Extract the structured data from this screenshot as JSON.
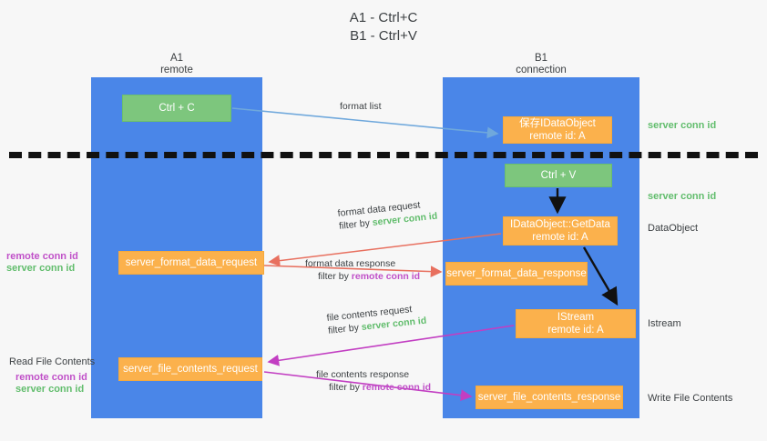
{
  "title": "A1 - Ctrl+C\nB1 - Ctrl+V",
  "colors": {
    "lane": "#4a86e8",
    "green_box": "#7dc67d",
    "orange_box": "#fbb14c",
    "server_conn_id": "#62bd6d",
    "remote_conn_id": "#c050c8",
    "arrow_blue": "#6fa8dc",
    "arrow_red": "#e8705f",
    "arrow_magenta": "#c council",
    "arrow_black": "#111111",
    "background": "#f7f7f7"
  },
  "lanes": [
    {
      "id": "a1",
      "title": "A1\nremote"
    },
    {
      "id": "b1",
      "title": "B1\nconnection"
    }
  ],
  "boxes": {
    "ctrl_c": "Ctrl + C",
    "save_idataobject": "保存IDataObject\nremote id: A",
    "ctrl_v": "Ctrl + V",
    "getdata": "IDataObject::GetData\nremote id: A",
    "server_format_data_request": "server_format_data_request",
    "server_format_data_response": "server_format_data_response",
    "istream": "IStream\nremote id: A",
    "server_file_contents_request": "server_file_contents_request",
    "server_file_contents_response": "server_file_contents_response"
  },
  "edge_labels": {
    "format_list": "format list",
    "format_data_request": "format data request",
    "format_data_request_filter_prefix": "filter by ",
    "format_data_request_filter_value": "server conn id",
    "format_data_response": "format data response",
    "format_data_response_filter_prefix": "filter by ",
    "format_data_response_filter_value": "remote conn id",
    "file_contents_request": "file contents request",
    "file_contents_request_filter_prefix": "filter by ",
    "file_contents_request_filter_value": "server conn id",
    "file_contents_response": "file contents response",
    "file_contents_response_filter_prefix": "filter by ",
    "file_contents_response_filter_value": "remote conn id"
  },
  "side_notes": {
    "server_conn_id_top": "server conn id",
    "server_conn_id_mid": "server conn id",
    "dataobject": "DataObject",
    "istream": "Istream",
    "write_file_contents": "Write File Contents",
    "read_file_contents": "Read File Contents",
    "remote_conn_id": "remote conn id",
    "server_conn_id": "server conn id"
  }
}
